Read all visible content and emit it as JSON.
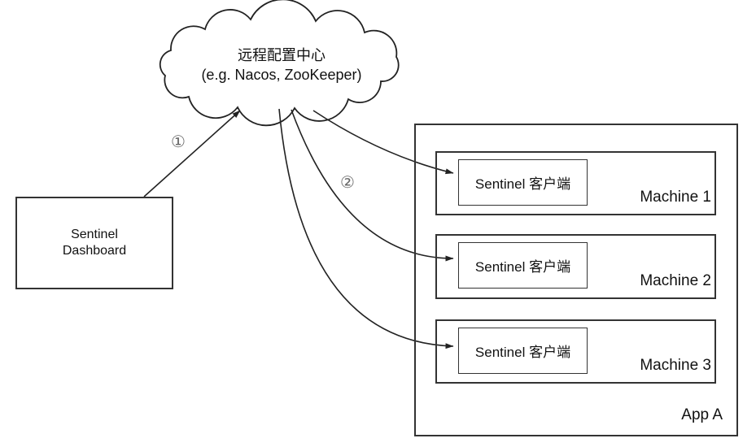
{
  "diagram": {
    "cloud": {
      "title": "远程配置中心",
      "subtitle": "(e.g. Nacos, ZooKeeper)"
    },
    "dashboard": {
      "line1": "Sentinel",
      "line2": "Dashboard"
    },
    "app": {
      "label": "App A"
    },
    "machines": [
      {
        "name": "Machine 1",
        "client_label": "Sentinel 客户端"
      },
      {
        "name": "Machine 2",
        "client_label": "Sentinel 客户端"
      },
      {
        "name": "Machine 3",
        "client_label": "Sentinel 客户端"
      }
    ],
    "annotations": {
      "step1": "①",
      "step2": "②"
    },
    "colors": {
      "background": "#ffffff",
      "stroke": "#222222",
      "box_border": "#333333",
      "annotation": "#666666"
    }
  }
}
